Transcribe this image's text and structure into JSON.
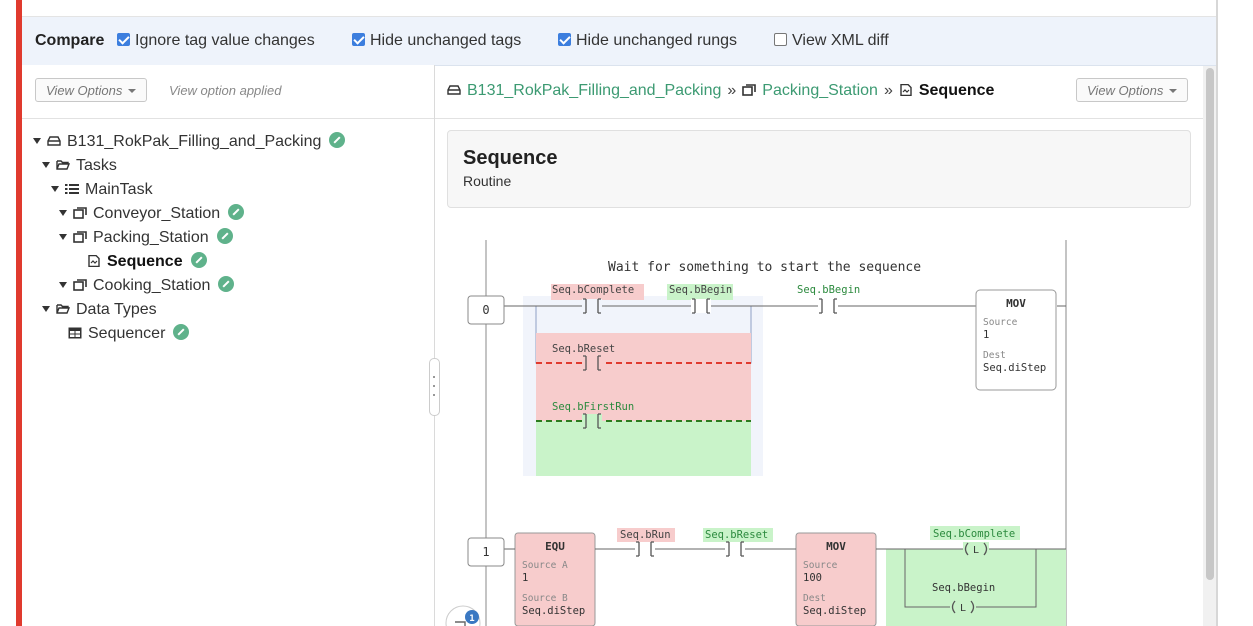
{
  "compare": {
    "label": "Compare",
    "options": [
      {
        "label": "Ignore tag value changes",
        "checked": true
      },
      {
        "label": "Hide unchanged tags",
        "checked": true
      },
      {
        "label": "Hide unchanged rungs",
        "checked": true
      },
      {
        "label": "View XML diff",
        "checked": false
      }
    ]
  },
  "left": {
    "view_options": "View Options",
    "applied": "View option applied",
    "tree": [
      {
        "label": "B131_RokPak_Filling_and_Packing",
        "icon": "controller-icon",
        "edited": true
      },
      {
        "label": "Tasks",
        "icon": "folder-icon",
        "edited": false
      },
      {
        "label": "MainTask",
        "icon": "task-list-icon",
        "edited": false
      },
      {
        "label": "Conveyor_Station",
        "icon": "program-icon",
        "edited": true
      },
      {
        "label": "Packing_Station",
        "icon": "program-icon",
        "edited": true
      },
      {
        "label": "Sequence",
        "icon": "routine-icon",
        "edited": true
      },
      {
        "label": "Cooking_Station",
        "icon": "program-icon",
        "edited": true
      },
      {
        "label": "Data Types",
        "icon": "folder-icon",
        "edited": false
      },
      {
        "label": "Sequencer",
        "icon": "datatype-icon",
        "edited": true
      }
    ]
  },
  "right": {
    "breadcrumb": [
      "B131_RokPak_Filling_and_Packing",
      "Packing_Station",
      "Sequence"
    ],
    "breadcrumb_sep": "»",
    "view_options": "View Options",
    "title": "Sequence",
    "subtitle": "Routine"
  },
  "ladder": {
    "comment": "Wait for something to start the sequence",
    "rung0": {
      "number": "0",
      "contacts": [
        "Seq.bComplete",
        "Seq.bBegin",
        "Seq.bBegin",
        "Seq.bReset",
        "Seq.bFirstRun"
      ],
      "mov": {
        "name": "MOV",
        "source_label": "Source",
        "source": "1",
        "dest_label": "Dest",
        "dest": "Seq.diStep"
      }
    },
    "rung1": {
      "number": "1",
      "equ": {
        "name": "EQU",
        "a_label": "Source A",
        "a": "1",
        "b_label": "Source B",
        "b": "Seq.diStep"
      },
      "contacts": [
        "Seq.bRun",
        "Seq.bReset"
      ],
      "mov": {
        "name": "MOV",
        "source_label": "Source",
        "source": "100",
        "dest_label": "Dest",
        "dest": "Seq.diStep"
      },
      "coils": [
        "Seq.bComplete",
        "Seq.bBegin"
      ],
      "coil_symbol": "L",
      "badge": "1"
    }
  },
  "colors": {
    "accent_red": "#e03a2e",
    "link_green": "#3c9a72",
    "checkbox_blue": "#3c7ede",
    "added_green": "#c9f3c9",
    "removed_red": "#f7cccc"
  }
}
